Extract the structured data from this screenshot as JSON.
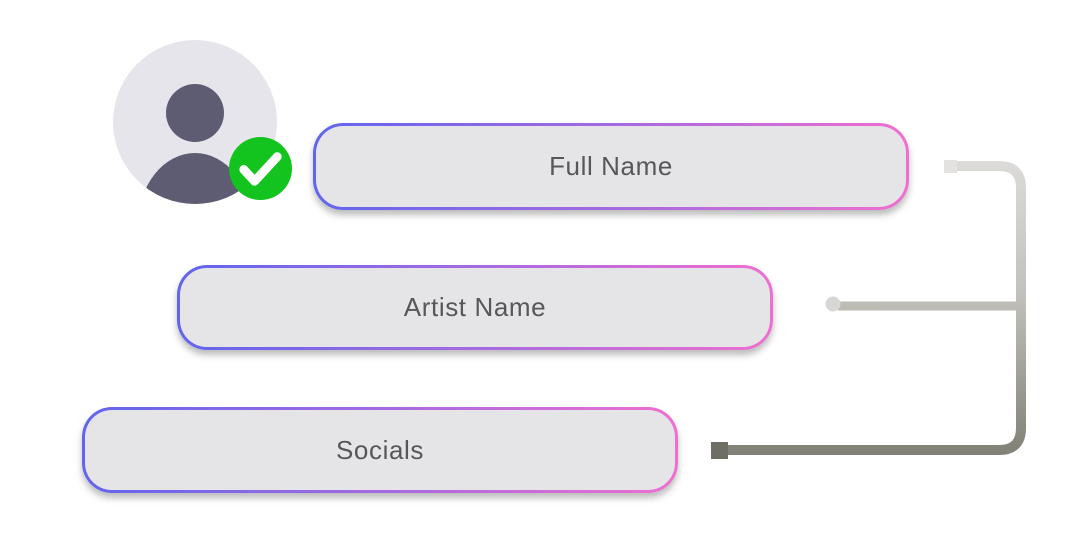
{
  "scene": {
    "description": "Artist profile setup diagram with verified avatar and three field pills connected by lines",
    "background": "#ffffff"
  },
  "profile": {
    "avatar": "user-silhouette",
    "status": "verified",
    "badge_icon": "checkmark"
  },
  "fields": [
    {
      "id": "full-name",
      "label": "Full Name"
    },
    {
      "id": "artist-name",
      "label": "Artist Name"
    },
    {
      "id": "socials",
      "label": "Socials"
    }
  ],
  "colors": {
    "field_fill": "#e5e4e7",
    "field_text": "#57575a",
    "border_gradient_start": "#6165ee",
    "border_gradient_mid": "#a76ae0",
    "border_gradient_end": "#ef6fd0",
    "avatar_circle": "#e6e5ec",
    "avatar_person": "#5d5c72",
    "badge_green": "#13c41e",
    "badge_check": "#ffffff",
    "connector_light": "#dedddb",
    "connector_mid": "#c2c1bb",
    "connector_dark": "#7b7a70",
    "start_cap": "#e3e2e0",
    "dot_marker": "#d8d7d5",
    "square_marker": "#6f6e65"
  }
}
